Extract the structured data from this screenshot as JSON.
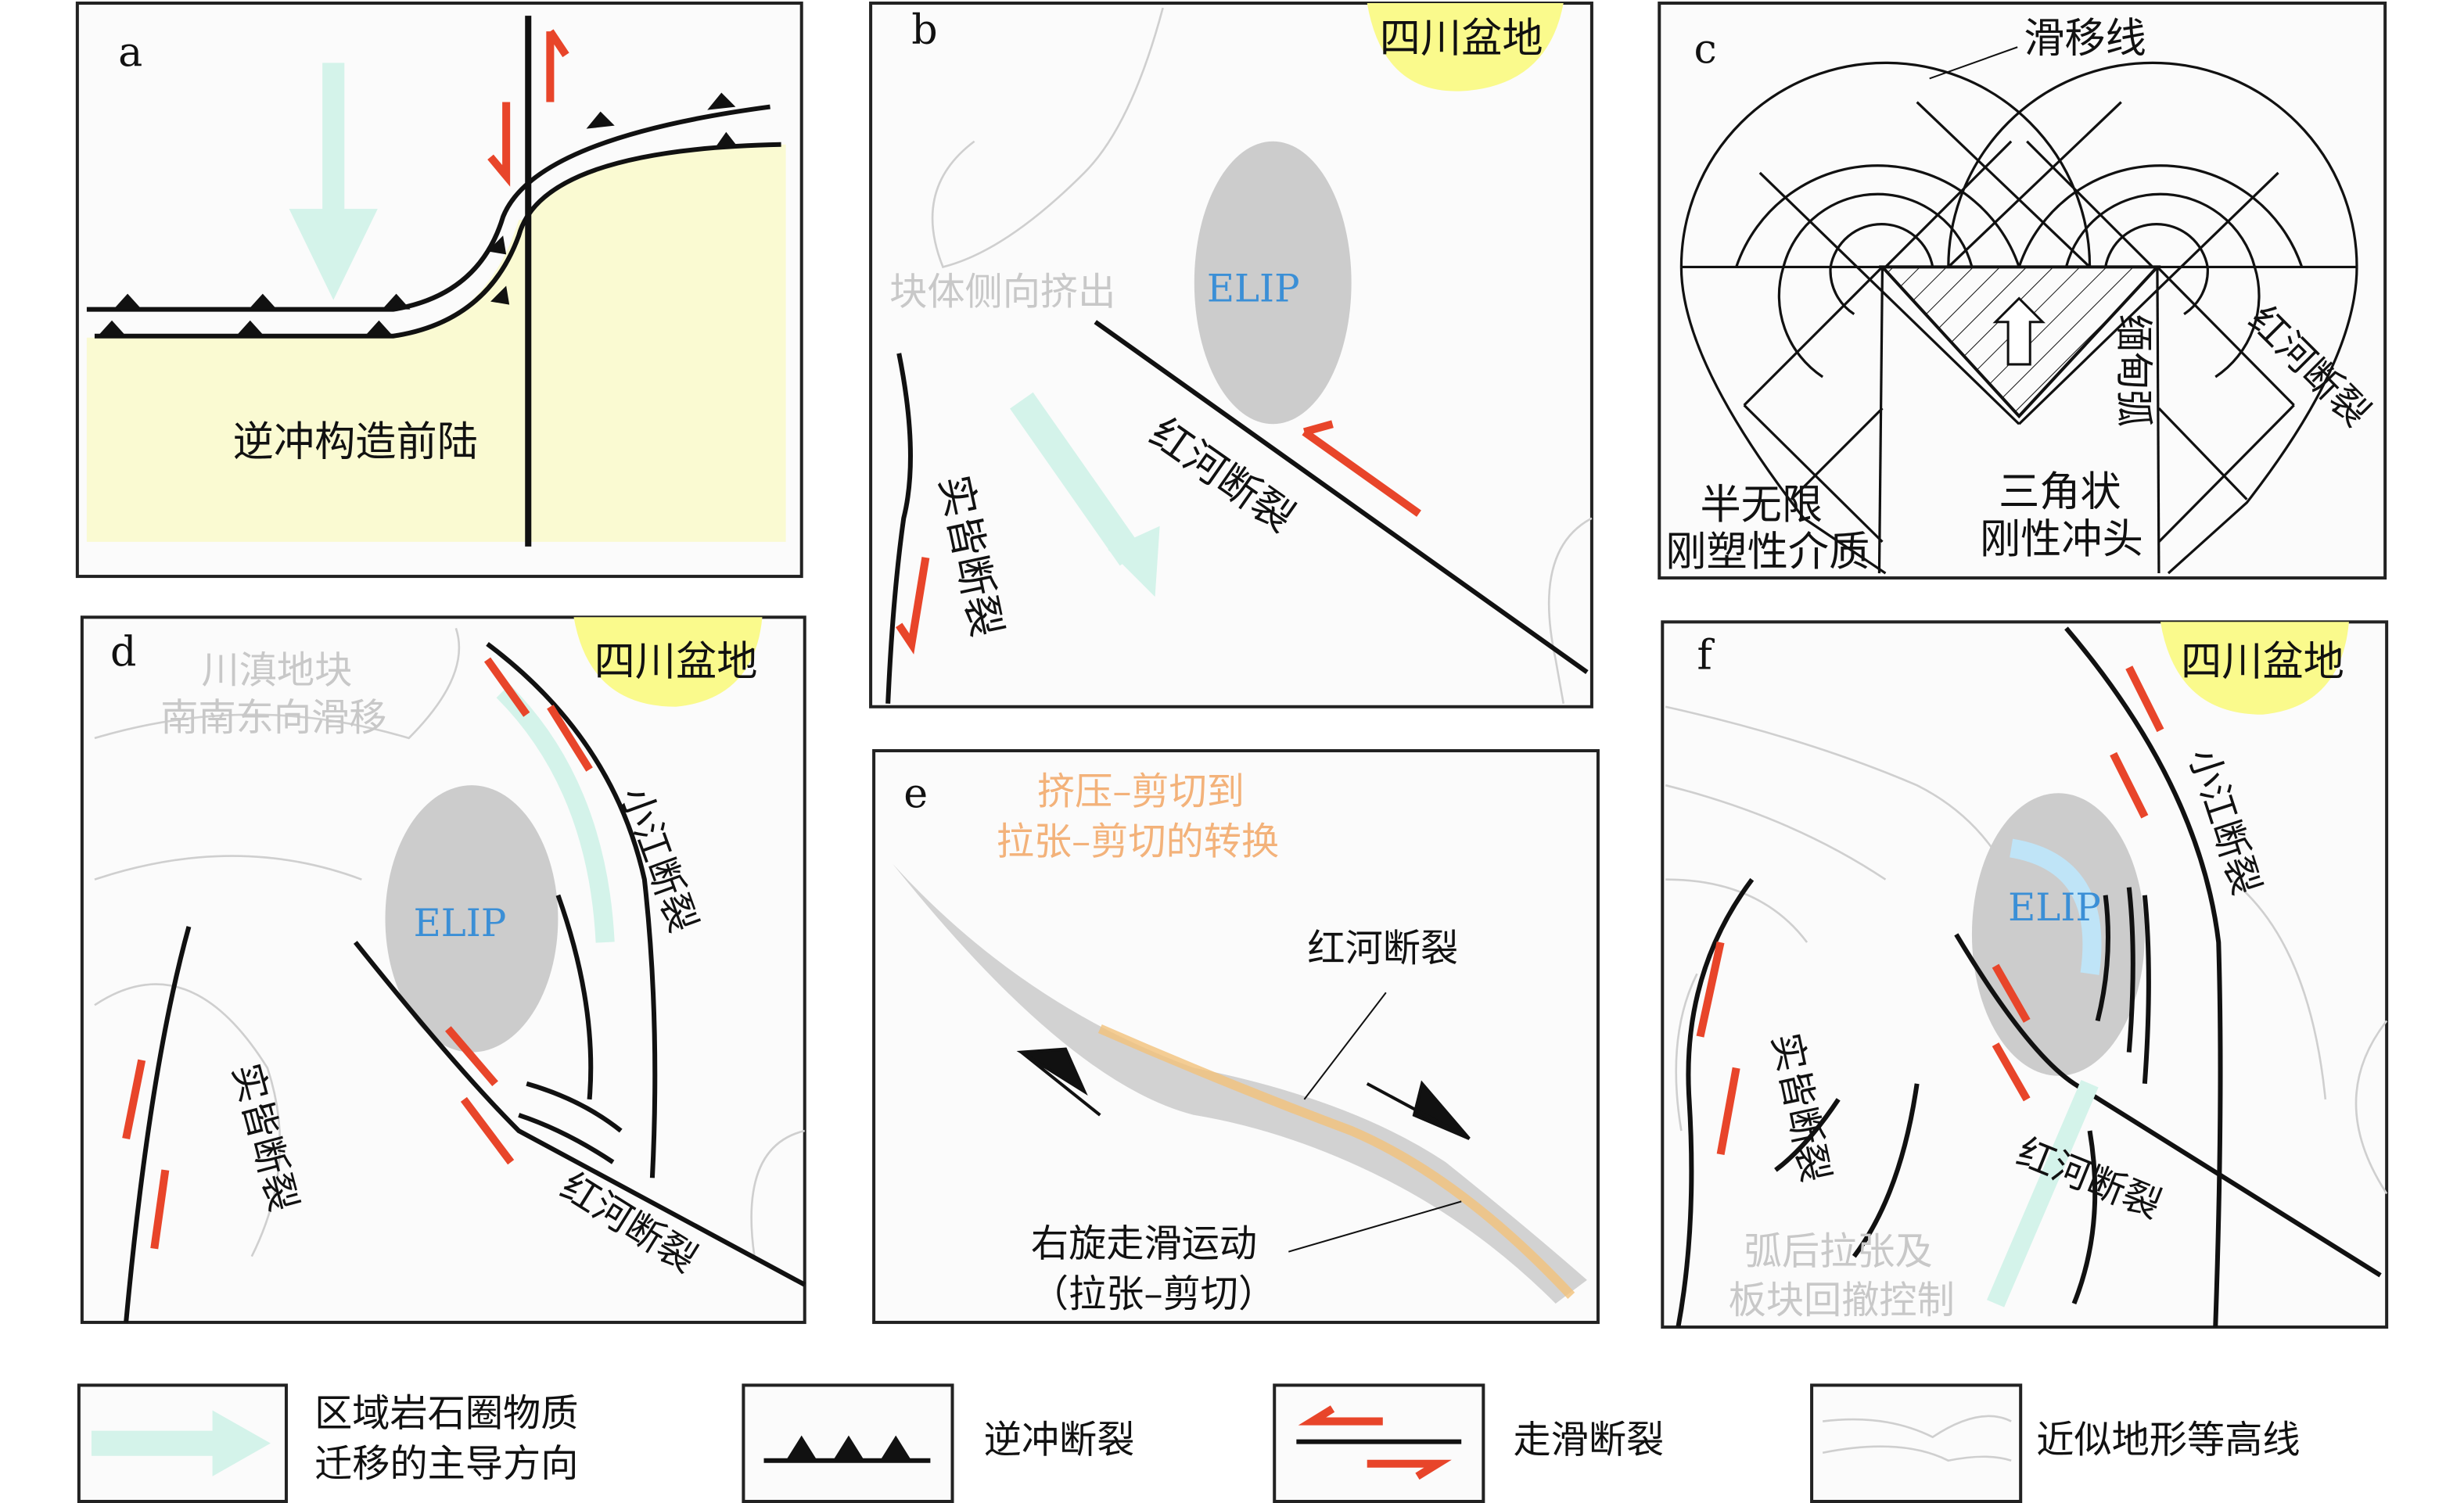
{
  "panels": {
    "a": {
      "letter": "a",
      "label": "逆冲构造前陆"
    },
    "b": {
      "letter": "b",
      "basin": "四川盆地",
      "elip": "ELIP",
      "extrusion": "块体侧向挤出",
      "honghe": "红河断裂",
      "shipi": "实皆断裂"
    },
    "c": {
      "letter": "c",
      "slipline": "滑移线",
      "medium1": "半无限",
      "medium2": "刚塑性介质",
      "indenter1": "三角状",
      "indenter2": "刚性冲头",
      "burma": "缅甸弧",
      "honghe": "红河断裂"
    },
    "d": {
      "letter": "d",
      "basin": "四川盆地",
      "block1": "川滇地块",
      "block2": "南南东向滑移",
      "elip": "ELIP",
      "xiaojiang": "小江断裂",
      "shipi": "实皆断裂",
      "honghe": "红河断裂"
    },
    "e": {
      "letter": "e",
      "title1": "挤压–剪切到",
      "title2": "拉张–剪切的转换",
      "honghe": "红河断裂",
      "motion1": "右旋走滑运动",
      "motion2": "（拉张–剪切）"
    },
    "f": {
      "letter": "f",
      "basin": "四川盆地",
      "elip": "ELIP",
      "xiaojiang": "小江断裂",
      "shipi": "实皆断裂",
      "honghe": "红河断裂",
      "backarc1": "弧后拉张及",
      "backarc2": "板块回撤控制"
    }
  },
  "legend": {
    "flow1": "区域岩石圈物质",
    "flow2": "迁移的主导方向",
    "thrust": "逆冲断裂",
    "strikeslip": "走滑断裂",
    "contour": "近似地形等高线"
  },
  "colors": {
    "arrow_flow": "#d4f3ea",
    "strike_slip": "#e8452a",
    "foreland": "#fafad2",
    "basin": "#fafa8c",
    "elip": "#cccccc",
    "shear": "#f3c27a"
  }
}
